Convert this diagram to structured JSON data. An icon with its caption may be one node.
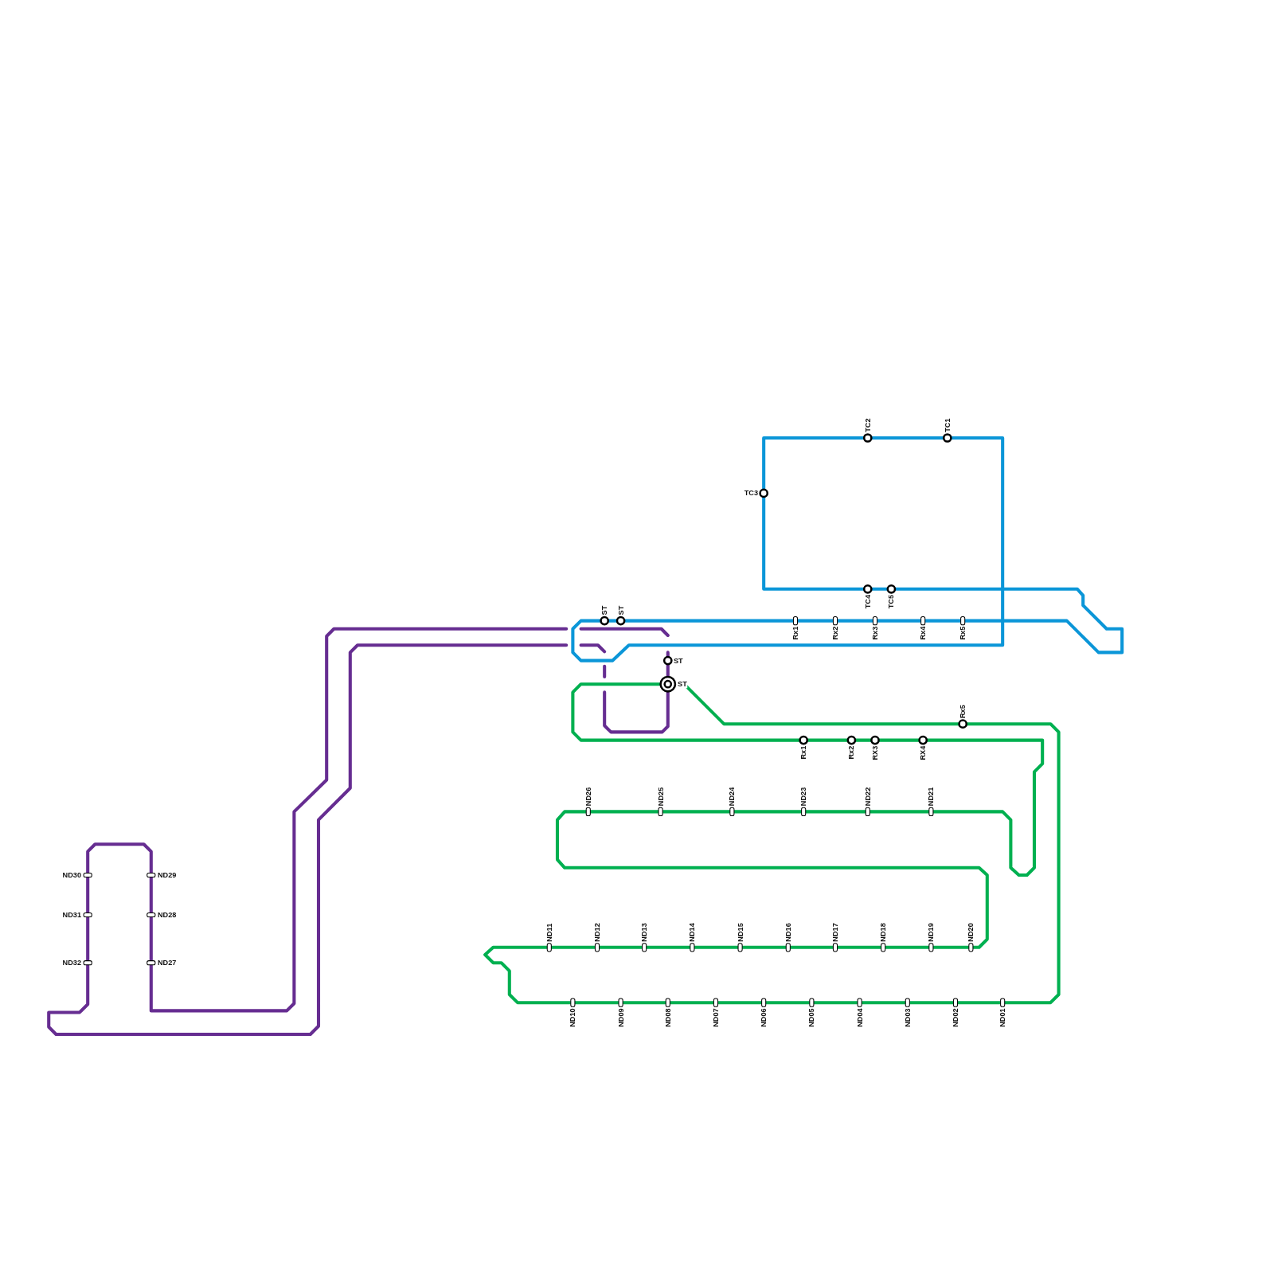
{
  "diagram": {
    "labels": [
      "TC2",
      "TC1",
      "TC3",
      "TC4",
      "TC5",
      "ST",
      "ST",
      "Rx1",
      "Rx2",
      "Rx3",
      "Rx4",
      "Rx5",
      "ST",
      "ST",
      "Rx5",
      "Rx1",
      "Rx2",
      "RX3",
      "RX4",
      "ND26",
      "ND25",
      "ND24",
      "ND23",
      "ND22",
      "ND21",
      "ND30",
      "ND29",
      "ND31",
      "ND28",
      "ND11",
      "ND12",
      "ND13",
      "ND14",
      "ND15",
      "ND16",
      "ND17",
      "ND18",
      "ND19",
      "ND20",
      "ND32",
      "ND27",
      "ND10",
      "ND09",
      "ND08",
      "ND07",
      "ND06",
      "ND05",
      "ND04",
      "ND03",
      "ND02",
      "ND01"
    ]
  }
}
